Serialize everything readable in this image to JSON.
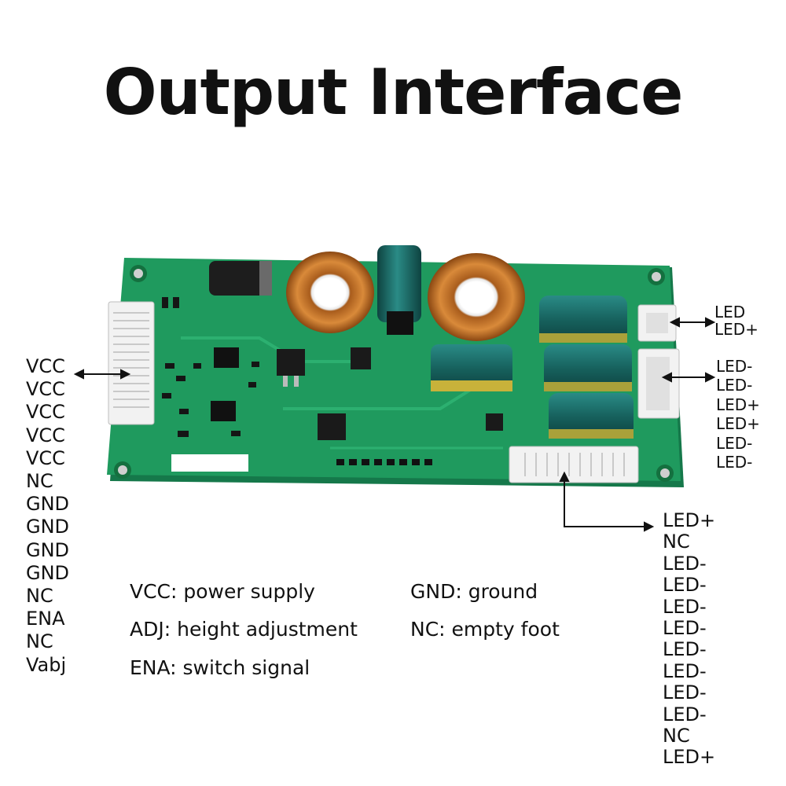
{
  "title": "Output Interface",
  "left_pins": [
    "VCC",
    "VCC",
    "VCC",
    "VCC",
    "VCC",
    "NC",
    "GND",
    "GND",
    "GND",
    "GND",
    "NC",
    "ENA",
    "NC",
    "Vabj"
  ],
  "right_top_pins": [
    "LED",
    "LED+"
  ],
  "right_mid_pins": [
    "LED-",
    "LED-",
    "LED+",
    "LED+",
    "LED-",
    "LED-"
  ],
  "bottom_pins": [
    "LED+",
    "NC",
    "LED-",
    "LED-",
    "LED-",
    "LED-",
    "LED-",
    "LED-",
    "LED-",
    "LED-",
    "NC",
    "LED+"
  ],
  "legend": {
    "vcc": "VCC: power supply",
    "adj": "ADJ: height adjustment",
    "ena": "ENA: switch signal",
    "gnd": "GND: ground",
    "nc": "NC: empty foot"
  },
  "colors": {
    "pcb": "#1f9a5e",
    "pcb_edge": "#15784a",
    "connector": "#f2f2f2",
    "capacitor": "#1d6e6a",
    "copper": "#c87a2c",
    "text": "#111111"
  }
}
